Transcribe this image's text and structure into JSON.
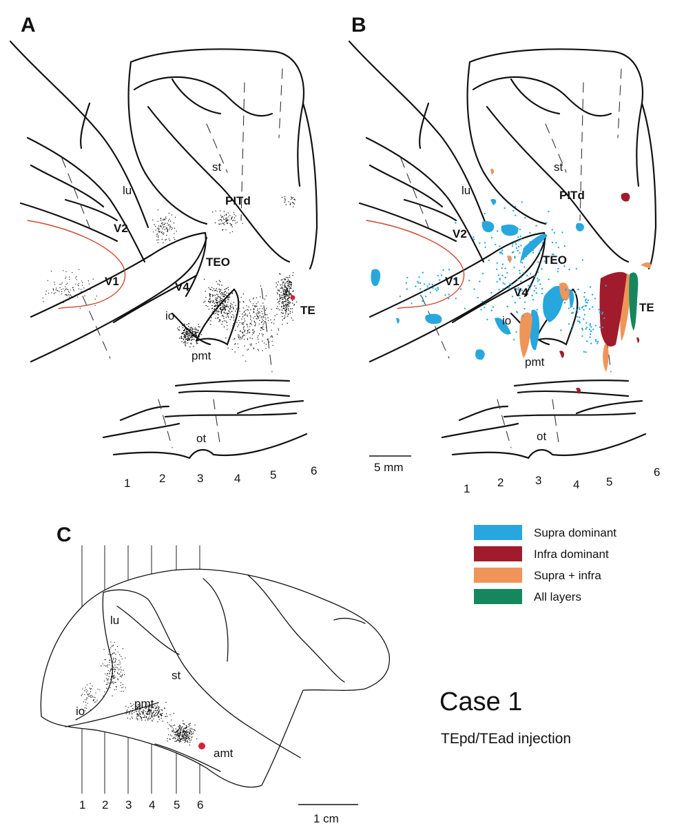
{
  "panels": {
    "a": "A",
    "b": "B",
    "c": "C"
  },
  "panel_a": {
    "regions": {
      "lu": "lu",
      "st": "st",
      "pitd": "PITd",
      "v2": "V2",
      "v1": "V1",
      "v4": "V4",
      "teo": "TEO",
      "te": "TE",
      "io": "io",
      "pmt": "pmt",
      "ot": "ot"
    },
    "sections": [
      "1",
      "2",
      "3",
      "4",
      "5",
      "6"
    ]
  },
  "panel_b": {
    "regions": {
      "lu": "lu",
      "st": "st",
      "pitd": "PITd",
      "v2": "V2",
      "v1": "V1",
      "v4": "V4",
      "teo": "TEO",
      "te": "TE",
      "io": "io",
      "pmt": "pmt",
      "ot": "ot"
    },
    "sections": [
      "1",
      "2",
      "3",
      "4",
      "5",
      "6"
    ],
    "scale_bar": "5 mm"
  },
  "panel_c": {
    "regions": {
      "lu": "lu",
      "st": "st",
      "io": "io",
      "pmt": "pmt",
      "amt": "amt"
    },
    "sections": [
      "1",
      "2",
      "3",
      "4",
      "5",
      "6"
    ],
    "scale_bar": "1 cm"
  },
  "legend": [
    {
      "label": "Supra dominant",
      "color": "#27a7dd"
    },
    {
      "label": "Infra dominant",
      "color": "#a01c2c"
    },
    {
      "label": "Supra + infra",
      "color": "#ef955a"
    },
    {
      "label": "All layers",
      "color": "#15875e"
    }
  ],
  "case": {
    "title": "Case 1",
    "subtitle": "TEpd/TEad injection"
  },
  "colors": {
    "v1_border": "#d0452e",
    "injection": "#d4213a",
    "outline": "#111111"
  }
}
